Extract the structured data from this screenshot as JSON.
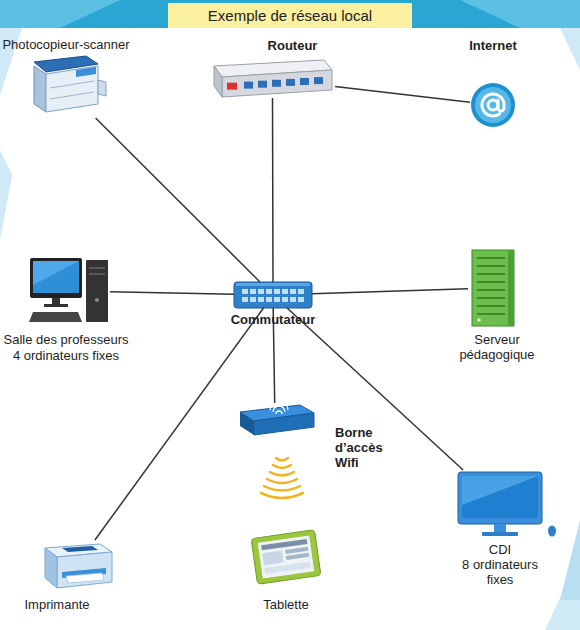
{
  "diagram": {
    "title": "Exemple de réseau local",
    "nodes": [
      {
        "text": [
          "Photocopieur-scanner"
        ]
      },
      {
        "text": [
          "Routeur"
        ]
      },
      {
        "text": [
          "Internet"
        ]
      },
      {
        "text": [
          "Salle des professeurs",
          "4 ordinateurs fixes"
        ]
      },
      {
        "text": [
          "Commutateur"
        ]
      },
      {
        "text": [
          "Serveur pédagogique"
        ]
      },
      {
        "text": [
          "Borne d’accès Wifi"
        ]
      },
      {
        "text": [
          "CDI",
          "8 ordinateurs fixes"
        ]
      },
      {
        "text": [
          "Imprimante"
        ]
      },
      {
        "text": [
          "Tablette"
        ]
      }
    ],
    "edges": [
      {
        "from": 1,
        "to": 2,
        "arrow": "none"
      },
      {
        "from": 1,
        "to": 4,
        "arrow": "none"
      },
      {
        "from": 0,
        "to": 4,
        "arrow": "none"
      },
      {
        "from": 3,
        "to": 4,
        "arrow": "none"
      },
      {
        "from": 4,
        "to": 5,
        "arrow": "none"
      },
      {
        "from": 4,
        "to": 6,
        "arrow": "none"
      },
      {
        "from": 4,
        "to": 7,
        "arrow": "none"
      },
      {
        "from": 4,
        "to": 8,
        "arrow": "none"
      }
    ]
  }
}
